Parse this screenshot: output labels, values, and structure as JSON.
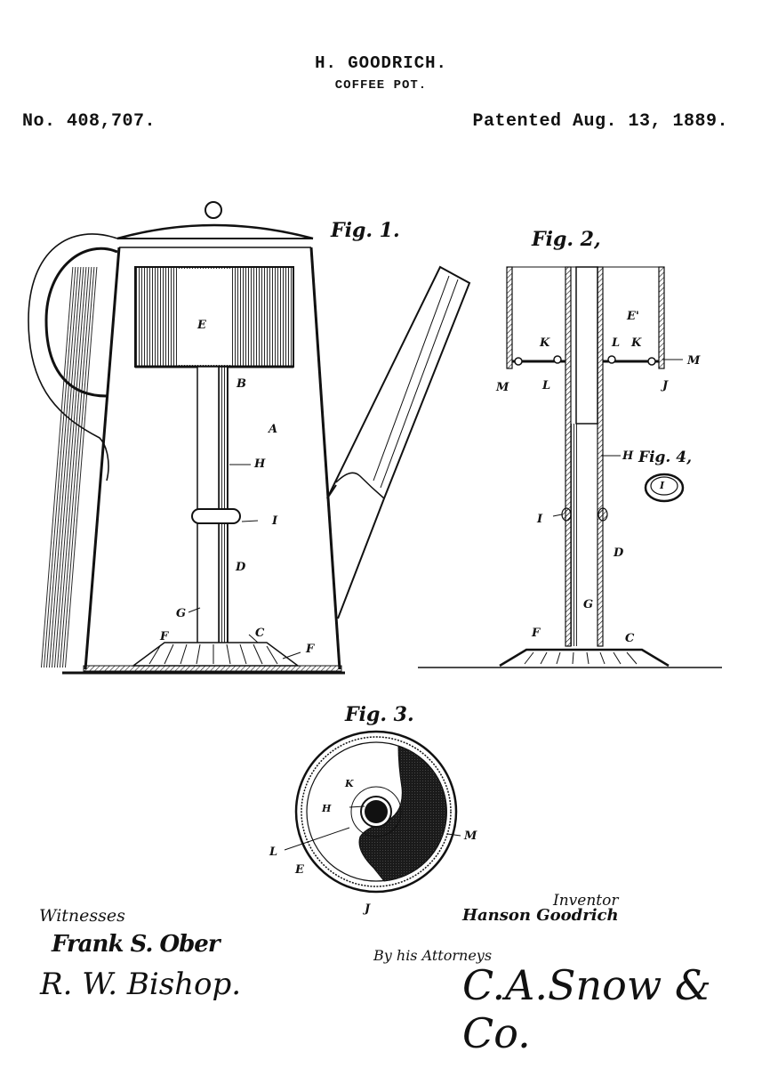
{
  "header": {
    "inventor_name": "H. GOODRICH.",
    "invention_title": "COFFEE POT.",
    "patent_number": "No. 408,707.",
    "patent_date": "Patented Aug. 13, 1889."
  },
  "figures": [
    {
      "label": "Fig. 1.",
      "parts": [
        "E",
        "B",
        "A",
        "H",
        "I",
        "D",
        "G",
        "F",
        "C",
        "F"
      ]
    },
    {
      "label": "Fig. 2,",
      "parts": [
        "E'",
        "K",
        "K",
        "L",
        "L",
        "M",
        "M",
        "J",
        "H",
        "I",
        "D",
        "G",
        "F",
        "C"
      ]
    },
    {
      "label": "Fig. 3.",
      "parts": [
        "K",
        "H",
        "L",
        "E",
        "M",
        "J"
      ]
    },
    {
      "label": "Fig. 4,",
      "parts": [
        "I"
      ]
    }
  ],
  "signatures": {
    "witnesses_label": "Witnesses",
    "witness_1": "Frank S. Ober",
    "witness_2": "R. W. Bishop.",
    "inventor_label": "Inventor",
    "inventor_signature": "Hanson Goodrich",
    "attorneys_label": "By his Attorneys",
    "attorneys_signature": "C.A.Snow & Co."
  }
}
